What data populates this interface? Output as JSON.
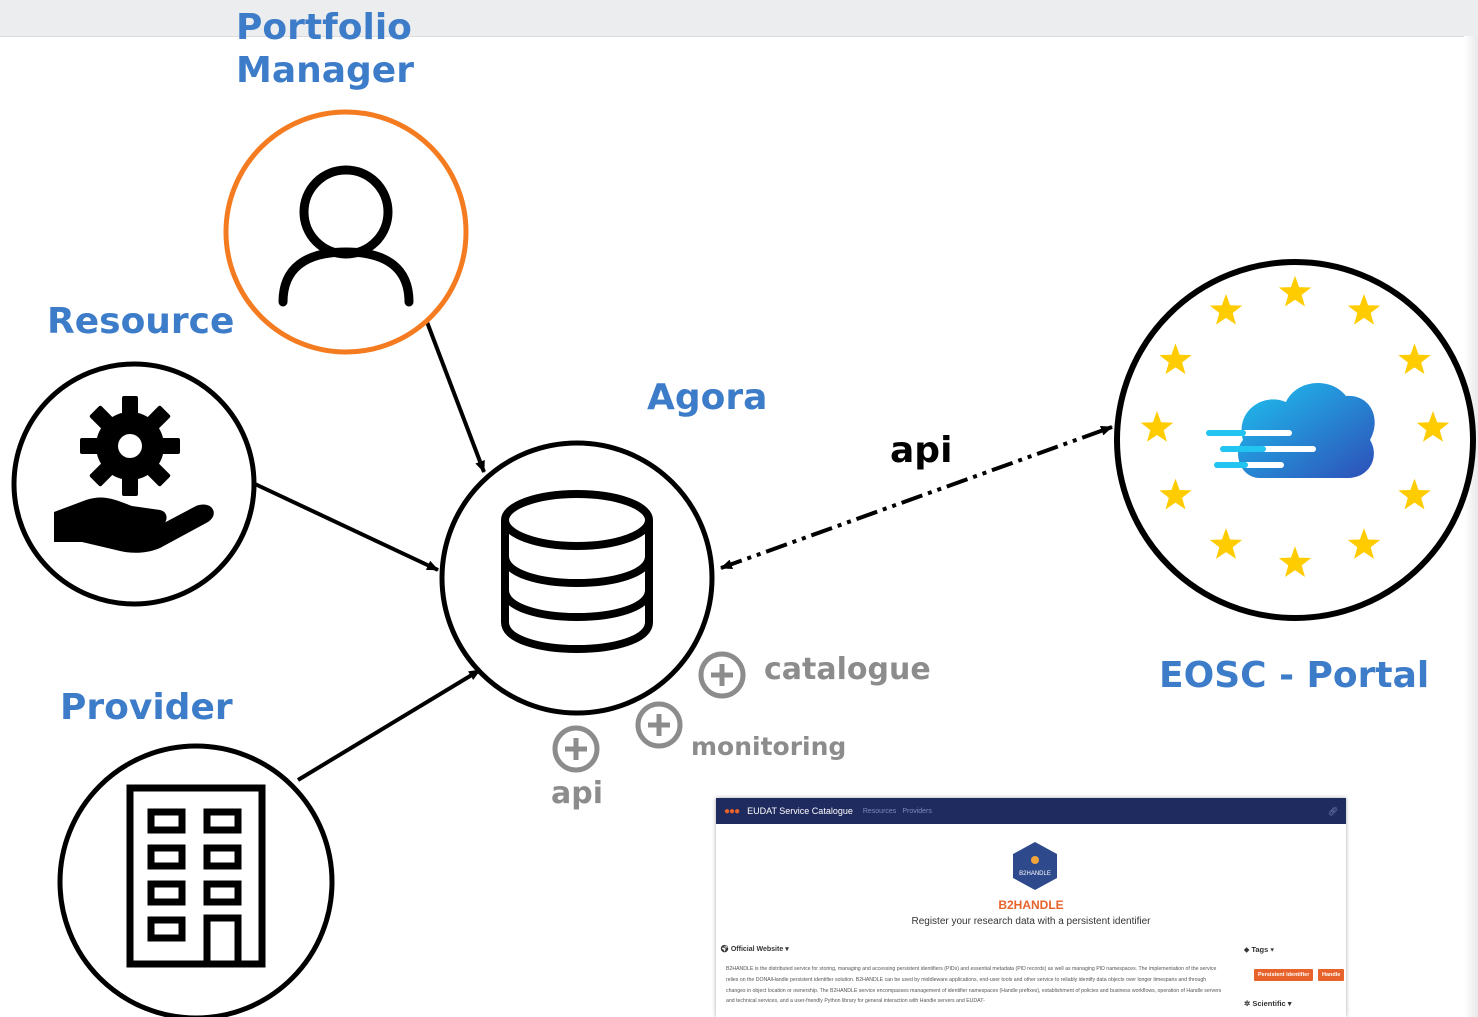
{
  "labels": {
    "portfolio_manager_line1": "Portfolio",
    "portfolio_manager_line2": "Manager",
    "resource": "Resource",
    "provider": "Provider",
    "agora": "Agora",
    "eosc_portal": "EOSC - Portal",
    "api_edge": "api",
    "catalogue": "catalogue",
    "monitoring": "monitoring",
    "api_addon": "api"
  },
  "colors": {
    "label_blue": "#3d7cc9",
    "highlight_orange": "#f47b20",
    "addon_gray": "#8c8c8c",
    "star_yellow": "#ffcc00",
    "cloud_blue": "#2a7fd4"
  },
  "icons": {
    "portfolio_manager": "person-icon",
    "resource": "hand-gear-icon",
    "provider": "building-icon",
    "agora": "database-icon",
    "eosc_portal": "eu-stars-cloud-icon",
    "addons": "plus-circle-icon"
  },
  "screenshot": {
    "app_title": "EUDAT Service Catalogue",
    "nav_links": [
      "Resources",
      "Providers"
    ],
    "badge_text": "B2HANDLE",
    "service_name": "B2HANDLE",
    "tagline": "Register your research data with a persistent identifier",
    "official_website": "Official Website",
    "description": "B2HANDLE is the distributed service for storing, managing and accessing persistent identifiers (PIDs) and essential metadata (PID records) as well as managing PID namespaces. The implementation of the service relies on the DONA/Handle persistent identifier solution. B2HANDLE can be used by middleware applications, end-user tools and other service to reliably identify data objects over longer timespans and through changes in object location or ownership. The B2HANDLE service encompasses management of identifier namespaces (Handle prefixes), establishment of policies and business workflows, operation of Handle servers and technical services, and a user-friendly Python library for general interaction with Handle servers and EUDAT-",
    "tags_heading": "Tags",
    "tags": [
      "Persistent identifier",
      "Handle"
    ],
    "scientific_heading": "Scientific"
  }
}
